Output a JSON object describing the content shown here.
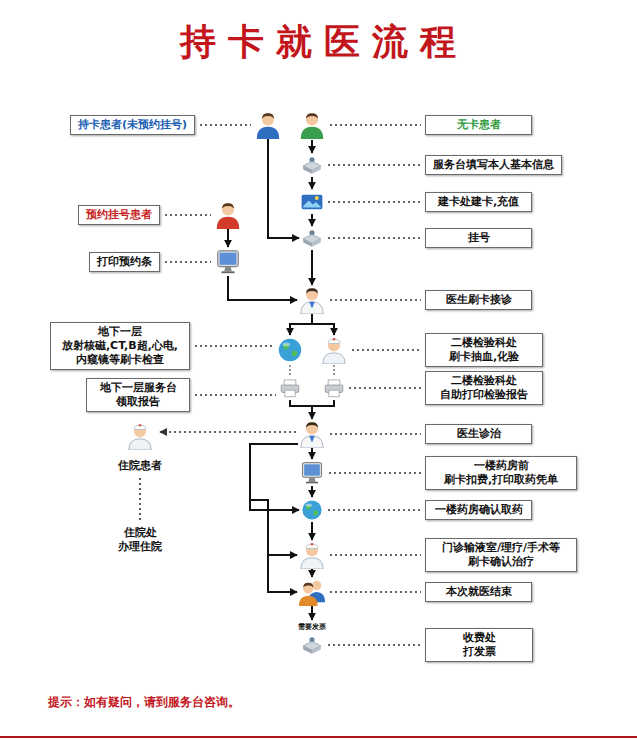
{
  "diagram": {
    "title": "持卡就医流程",
    "nodes": [
      {
        "text": [
          "持卡患者(未预约挂号)"
        ]
      },
      {
        "text": [
          "无卡患者"
        ]
      },
      {
        "text": [
          "服务台填写本人基本信息"
        ]
      },
      {
        "text": [
          "预约挂号患者"
        ]
      },
      {
        "text": [
          "建卡处建卡,充值"
        ]
      },
      {
        "text": [
          "挂号"
        ]
      },
      {
        "text": [
          "打印预约条"
        ]
      },
      {
        "text": [
          "医生刷卡接诊"
        ]
      },
      {
        "text": [
          "地下一层 放射核磁,CT,B超,心电, 内窥镜等刷卡检查"
        ]
      },
      {
        "text": [
          "二楼检验科处 刷卡抽血,化验"
        ]
      },
      {
        "text": [
          "地下一层服务台 领取报告"
        ]
      },
      {
        "text": [
          "二楼检验科处 自助打印检验报告"
        ]
      },
      {
        "text": [
          "医生诊治"
        ]
      },
      {
        "text": [
          "一楼药房前 刷卡扣费,打印取药凭单"
        ]
      },
      {
        "text": [
          "一楼药房确认取药"
        ]
      },
      {
        "text": [
          "门诊输液室/理疗/手术等 刷卡确认治疗"
        ]
      },
      {
        "text": [
          "本次就医结束"
        ]
      },
      {
        "text": [
          "收费处 打发票"
        ]
      }
    ],
    "labels": [
      "住院患者",
      "住院处 办理住院",
      "需要发票",
      "提示：如有疑问，请到服务台咨询。"
    ]
  }
}
